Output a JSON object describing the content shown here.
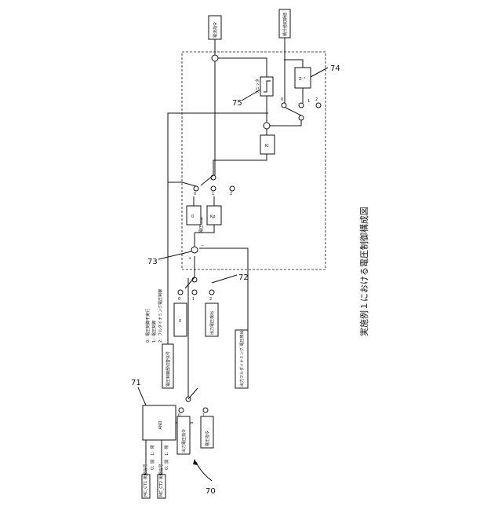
{
  "caption": "実施例１における電圧制御構成図",
  "refs": {
    "r70": "70",
    "r71": "71",
    "r72": "72",
    "r73": "73",
    "r74": "74",
    "r75": "75"
  },
  "inputs": {
    "mc_ct1": "MC_CT1 状態信号",
    "mc_ct2": "MC_CT2 状態信号"
  },
  "selector_states": {
    "row1": "0：開　1：閉",
    "row2": "0：開　1：閉"
  },
  "and_block": "AND",
  "switch1": {
    "pos0": "0",
    "pos1": "1",
    "in0": "出力電圧指令",
    "in1": "電圧指令"
  },
  "mode_legend": {
    "line0": "0：電圧制御不実行",
    "line1": "1：電圧制御",
    "line2": "2：フルダイナミング電圧制御"
  },
  "switch_ctrl_signal": "電圧制御部切替信号",
  "switch2": {
    "pos0": "0",
    "pos1": "1",
    "pos2": "2",
    "in0": "0",
    "in2": "出力電圧検出"
  },
  "dyn_block": "出力フルダイナミング 電圧検出",
  "pi": {
    "title": "電圧制御",
    "gain_i": "0",
    "gain_p": "Kp",
    "pos0": "0",
    "pos1": "1",
    "pos2": "2"
  },
  "feedback": {
    "ki_block": "Ki",
    "limiter": "リミッタ",
    "delay": "Z⁻¹",
    "pos0": "0",
    "pos1": "1",
    "pos2": "2"
  },
  "outputs": {
    "current_cmd": "電流指令",
    "integ_init": "積分値初期値"
  },
  "sum_signs": {
    "plus": "+",
    "minus": "−"
  }
}
